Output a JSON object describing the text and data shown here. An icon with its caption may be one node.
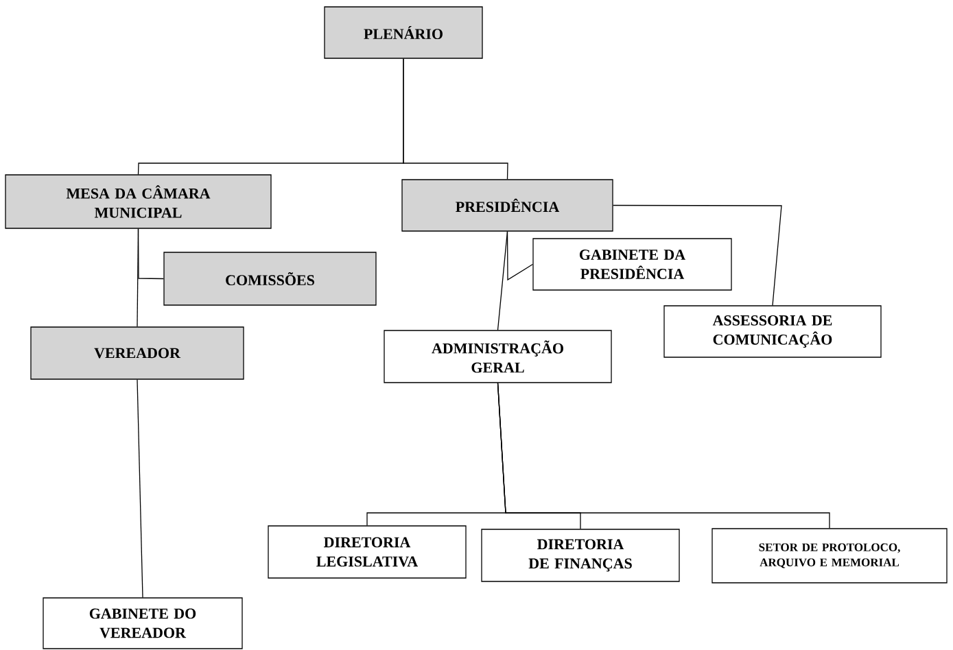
{
  "diagram": {
    "nodes": [
      {
        "text": [
          "PLENÁRIO"
        ]
      },
      {
        "text": [
          "MESA DA CÂMARA MUNICIPAL"
        ]
      },
      {
        "text": [
          "PRESIDÊNCIA"
        ]
      },
      {
        "text": [
          "COMISSÕES"
        ]
      },
      {
        "text": [
          "GABINETE DA PRESIDÊNCIA"
        ]
      },
      {
        "text": [
          "ASSESSORIA DE COMUNICAÇÂO"
        ]
      },
      {
        "text": [
          "VEREADOR"
        ]
      },
      {
        "text": [
          "ADMINISTRAÇÃO GERAL"
        ]
      },
      {
        "text": [
          "DIRETORIA LEGISLATIVA"
        ]
      },
      {
        "text": [
          "DIRETORIA DE FINANÇAS"
        ]
      },
      {
        "text": [
          "SETOR DE PROTOLOCO, ARQUIVO E MEMORIAL"
        ]
      },
      {
        "text": [
          "GABINETE DO VEREADOR"
        ]
      }
    ],
    "edges": [
      {
        "from": 0,
        "to": 1,
        "arrow": "none"
      },
      {
        "from": 0,
        "to": 2,
        "arrow": "none"
      },
      {
        "from": 1,
        "to": 3,
        "arrow": "none"
      },
      {
        "from": 1,
        "to": 6,
        "arrow": "none"
      },
      {
        "from": 2,
        "to": 4,
        "arrow": "none"
      },
      {
        "from": 2,
        "to": 7,
        "arrow": "none"
      },
      {
        "from": 2,
        "to": 5,
        "arrow": "none"
      },
      {
        "from": 6,
        "to": 11,
        "arrow": "none"
      },
      {
        "from": 7,
        "to": 8,
        "arrow": "none"
      },
      {
        "from": 7,
        "to": 9,
        "arrow": "none"
      },
      {
        "from": 7,
        "to": 10,
        "arrow": "none"
      }
    ]
  }
}
